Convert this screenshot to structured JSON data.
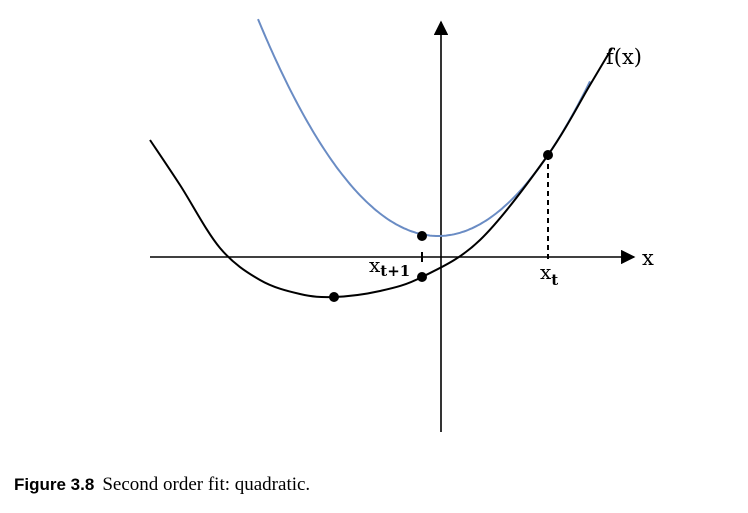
{
  "diagram": {
    "x_axis_label": "x",
    "function_label": "f(x)",
    "x_t_label": "x",
    "x_t_subscript": "t",
    "x_t1_label": "x",
    "x_t1_subscript": "t+1",
    "colors": {
      "function_curve": "#000000",
      "quadratic_fit": "#6a8cc4",
      "axes": "#000000",
      "points": "#000000"
    }
  },
  "caption": {
    "figure_number": "Figure 3.8",
    "text": "Second order fit: quadratic."
  }
}
